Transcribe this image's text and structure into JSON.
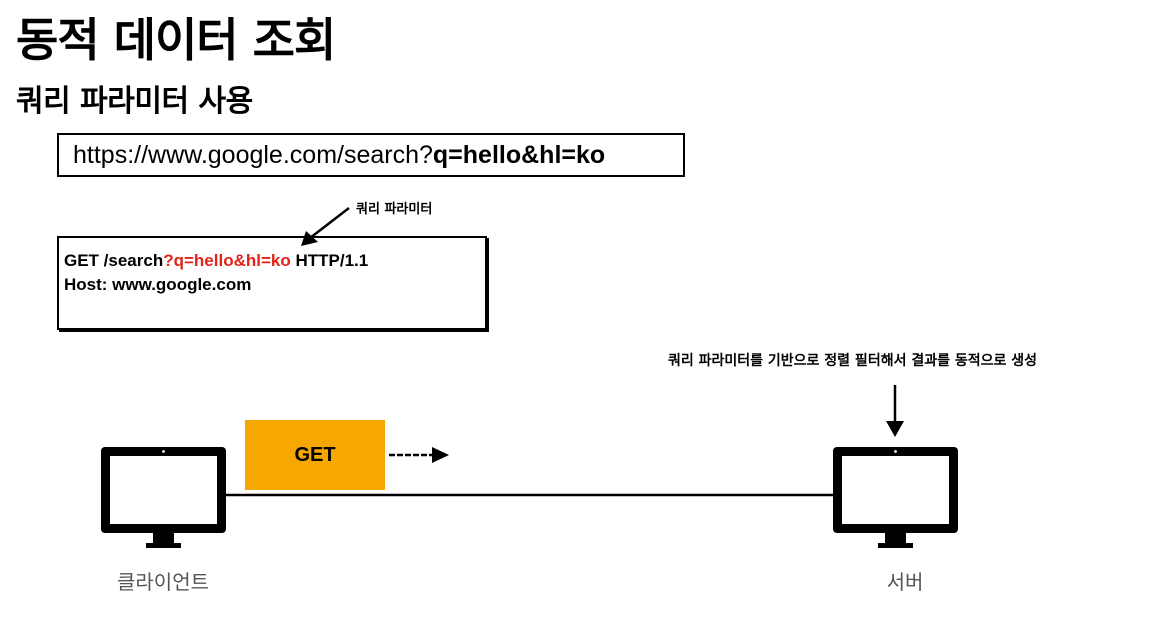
{
  "title": "동적 데이터 조회",
  "subtitle": "쿼리 파라미터 사용",
  "url": {
    "base": "https://www.google.com/search?",
    "query": "q=hello&hl=ko"
  },
  "query_note": "쿼리 파라미터",
  "request": {
    "line1_prefix": "GET /search",
    "line1_query": "?q=hello&hl=ko",
    "line1_suffix": " HTTP/1.1",
    "line2": "Host: www.google.com",
    "highlight_color": "#e2231a"
  },
  "server_note": "쿼리 파라미터를 기반으로 정렬 필터해서 결과를 동적으로 생성",
  "get_label": "GET",
  "get_color": "#f7a800",
  "client_label": "클라이언트",
  "server_label": "서버",
  "icons": {
    "client": "monitor-icon",
    "server": "monitor-icon"
  }
}
